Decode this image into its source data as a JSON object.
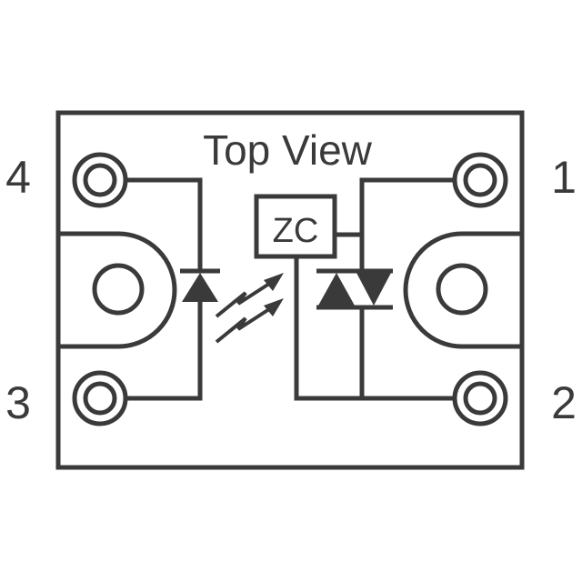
{
  "diagram": {
    "title": "Top View",
    "zc_label": "ZC",
    "pins": {
      "pin1": "1",
      "pin2": "2",
      "pin3": "3",
      "pin4": "4"
    },
    "stroke_color": "#3a3a3a",
    "background_color": "#ffffff"
  }
}
